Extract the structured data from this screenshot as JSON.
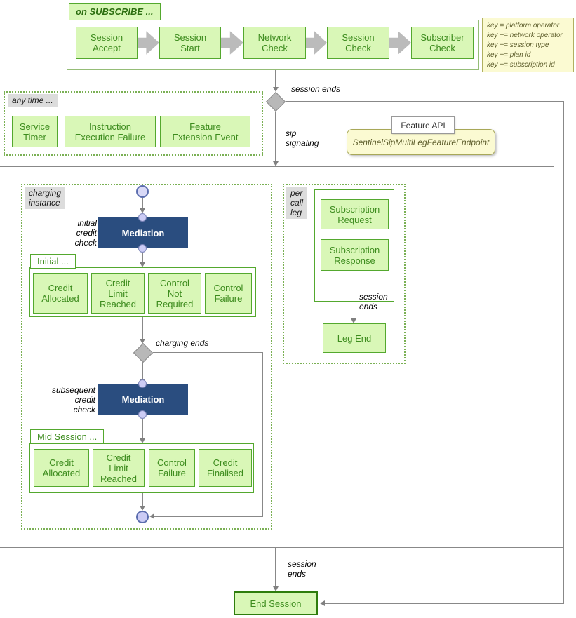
{
  "colors": {
    "box_fill": "#d9f7b7",
    "box_border": "#54a82e",
    "box_text": "#3d8c1e",
    "end_session_border": "#2e7d0d",
    "mediation_fill": "#2a4d7f",
    "mediation_text": "#ffffff",
    "yellow_note_fill": "#fbfad2",
    "yellow_note_text": "#5e5e2c",
    "gray_label_bg": "#dcdcdc",
    "flow_line_gray": "#888888",
    "block_arrow_gray": "#bbbbbb",
    "diamond_fill": "#b8b8b8",
    "state_circle_fill": "#d9d9f7",
    "state_circle_border": "#5b6dae",
    "region_border_green": "#7ab054"
  },
  "subscribe": {
    "tab": "on SUBSCRIBE ...",
    "steps": [
      {
        "label": "Session\nAccept"
      },
      {
        "label": "Session\nStart"
      },
      {
        "label": "Network\nCheck"
      },
      {
        "label": "Session\nCheck"
      },
      {
        "label": "Subscriber\nCheck"
      }
    ]
  },
  "key_legend": {
    "lines": [
      "key = platform operator",
      "key += network operator",
      "key += session type",
      "key += plan id",
      "key += subscription id"
    ]
  },
  "any_time": {
    "label": "any time ...",
    "events": [
      {
        "label": "Service\nTimer"
      },
      {
        "label": "Instruction\nExecution Failure"
      },
      {
        "label": "Feature\nExtension Event"
      }
    ]
  },
  "feature_api": {
    "tab": "Feature API",
    "endpoint": "SentinelSipMultiLegFeatureEndpoint"
  },
  "flow_labels": {
    "session_ends_top": "session ends",
    "sip_signaling": "sip\nsignaling",
    "charging_ends": "charging ends",
    "session_ends_leg": "session\nends",
    "session_ends_bottom": "session\nends"
  },
  "charging": {
    "region_label": "charging\ninstance",
    "initial_credit_check": "initial\ncredit\ncheck",
    "mediation": "Mediation",
    "initial_group": {
      "label": "Initial ...",
      "outcomes": [
        {
          "label": "Credit\nAllocated"
        },
        {
          "label": "Credit\nLimit\nReached"
        },
        {
          "label": "Control\nNot\nRequired"
        },
        {
          "label": "Control\nFailure"
        }
      ]
    },
    "subsequent_credit_check": "subsequent\ncredit\ncheck",
    "mid_group": {
      "label": "Mid Session ...",
      "outcomes": [
        {
          "label": "Credit\nAllocated"
        },
        {
          "label": "Credit\nLimit\nReached"
        },
        {
          "label": "Control\nFailure"
        },
        {
          "label": "Credit\nFinalised"
        }
      ]
    }
  },
  "per_call_leg": {
    "region_label": "per\ncall\nleg",
    "messages": [
      {
        "label": "Subscription\nRequest"
      },
      {
        "label": "Subscription\nResponse"
      }
    ],
    "leg_end": "Leg End"
  },
  "end_session": "End Session"
}
